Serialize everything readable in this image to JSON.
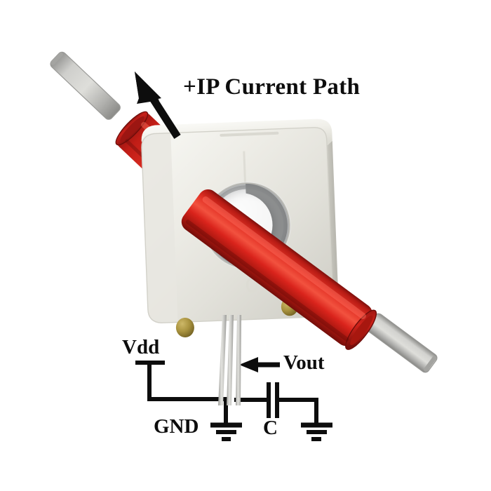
{
  "diagram": {
    "title": "Allegro current sensor +IP current path and application circuit",
    "type": "component-photo-schematic"
  },
  "labels": {
    "current_path": "+IP Current Path",
    "vdd": "Vdd",
    "vout": "Vout",
    "gnd": "GND",
    "capacitor": "C"
  },
  "icons": {
    "current_direction": "arrow-up-left-icon",
    "vout_pointer": "arrow-left-icon",
    "ground_left": "ground-earth-icon",
    "ground_right": "ground-earth-icon",
    "capacitor": "capacitor-icon",
    "vdd_terminal": "terminal-bar-icon"
  },
  "component": {
    "name": "hall-effect-current-sensor",
    "body_description": "square white plastic housing with rounded corners and central through-hole",
    "core_description": "gray ferrite toroidal core visible through aperture",
    "pin_count": 3,
    "pin_names": [
      "Vdd",
      "Vout",
      "GND"
    ],
    "mount_bump_count": 2
  },
  "conductors": [
    {
      "name": "primary-conductor-upper-left",
      "insulation_color": "#d8231c",
      "terminal_color": "#b3b3b3",
      "description": "red insulated busbar entering sensor aperture from upper left"
    },
    {
      "name": "primary-conductor-lower-right",
      "insulation_color": "#d8231c",
      "terminal_color": "#b3b3b3",
      "description": "red insulated busbar exiting sensor aperture to lower right"
    }
  ],
  "colors": {
    "background": "#ffffff",
    "conductor_red": "#d8231c",
    "conductor_red_dark": "#8e1410",
    "conductor_red_light": "#ef4b3e",
    "terminal_gray": "#b4b4b4",
    "terminal_gray_dark": "#8a8a8a",
    "body_white": "#f2f1ec",
    "body_shadow": "#c9c8c0",
    "body_side": "#d9d8d1",
    "core_gray": "#6e7071",
    "core_gray_light": "#b9bbbb",
    "pin_gray": "#c3c3c0",
    "mount_gold": "#a9933f",
    "ink_black": "#0d0d0d"
  },
  "circuit": {
    "type": "application-schematic",
    "nets": [
      {
        "name": "vdd-net",
        "from": "Vdd terminal",
        "to": "sensor pin 1"
      },
      {
        "name": "gnd-net",
        "from": "sensor pin 3",
        "to": "ground-left"
      },
      {
        "name": "vout-net",
        "from": "sensor pin 2",
        "to": "capacitor C"
      },
      {
        "name": "cap-gnd-net",
        "from": "capacitor C",
        "to": "ground-right"
      }
    ],
    "components": [
      {
        "ref": "C",
        "type": "capacitor",
        "label": "C"
      }
    ]
  }
}
